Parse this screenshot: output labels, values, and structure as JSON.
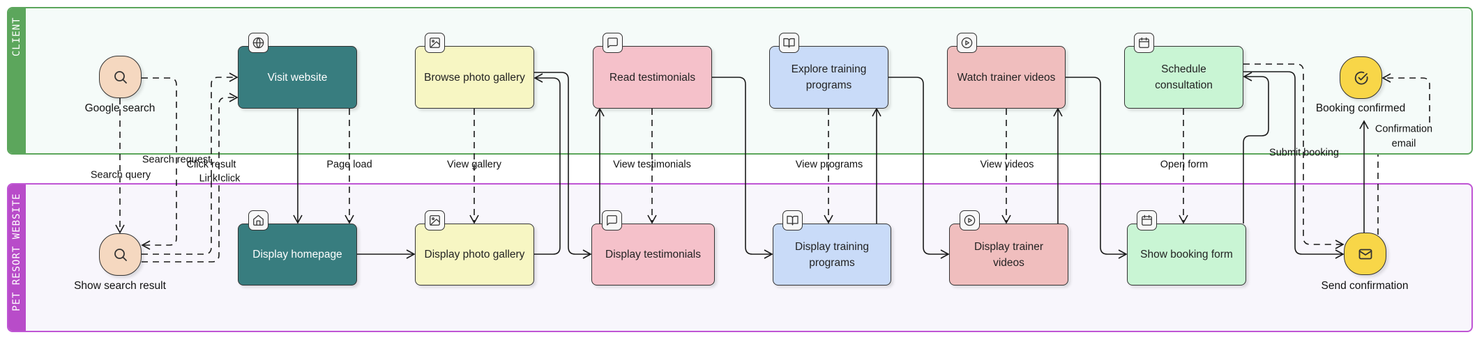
{
  "diagram": {
    "type": "swimlane-flow",
    "lanes": [
      {
        "id": "client",
        "label": "CLIENT",
        "color": "#5ca65c"
      },
      {
        "id": "website",
        "label": "PET RESORT WEBSITE",
        "color": "#b84cc9"
      }
    ],
    "events": {
      "google_search": {
        "label": "Google search",
        "icon": "search-icon",
        "fill": "#f5d8c0"
      },
      "show_search_result": {
        "label": "Show search result",
        "icon": "search-icon",
        "fill": "#f5d8c0"
      },
      "booking_confirmed": {
        "label": "Booking confirmed",
        "icon": "circle-check-icon",
        "fill": "#f8d648"
      },
      "send_confirmation": {
        "label": "Send confirmation",
        "icon": "mail-icon",
        "fill": "#f8d648"
      }
    },
    "tasks": {
      "visit_website": {
        "label": "Visit website",
        "icon": "globe-icon",
        "fill": "#387d7f"
      },
      "display_homepage": {
        "label": "Display homepage",
        "icon": "home-icon",
        "fill": "#387d7f"
      },
      "browse_gallery": {
        "label": "Browse photo gallery",
        "icon": "image-icon",
        "fill": "#f7f6c3"
      },
      "display_gallery": {
        "label": "Display photo gallery",
        "icon": "image-icon",
        "fill": "#f7f6c3"
      },
      "read_testimonials": {
        "label": "Read testimonials",
        "icon": "message-square-icon",
        "fill": "#f5c1ca"
      },
      "display_testimonials": {
        "label": "Display testimonials",
        "icon": "message-square-icon",
        "fill": "#f5c1ca"
      },
      "explore_programs": {
        "label": "Explore training programs",
        "icon": "book-open-icon",
        "fill": "#c9dbf8"
      },
      "display_programs": {
        "label": "Display training programs",
        "icon": "book-open-icon",
        "fill": "#c9dbf8"
      },
      "watch_videos": {
        "label": "Watch trainer videos",
        "icon": "play-circle-icon",
        "fill": "#f0bebe"
      },
      "display_videos": {
        "label": "Display trainer videos",
        "icon": "play-circle-icon",
        "fill": "#f0bebe"
      },
      "schedule_consultation": {
        "label": "Schedule consultation",
        "icon": "calendar-icon",
        "fill": "#c9f5d4"
      },
      "show_booking_form": {
        "label": "Show booking form",
        "icon": "calendar-icon",
        "fill": "#c9f5d4"
      }
    },
    "edge_labels": {
      "search_request": "Search request",
      "click_result": "Click result",
      "search_query": "Search query",
      "link_click": "Link click",
      "page_load": "Page load",
      "view_gallery": "View gallery",
      "view_testimonials": "View testimonials",
      "view_programs": "View programs",
      "view_videos": "View videos",
      "open_form": "Open form",
      "submit_booking": "Submit booking",
      "confirmation_email_1": "Confirmation",
      "confirmation_email_2": "email"
    }
  }
}
